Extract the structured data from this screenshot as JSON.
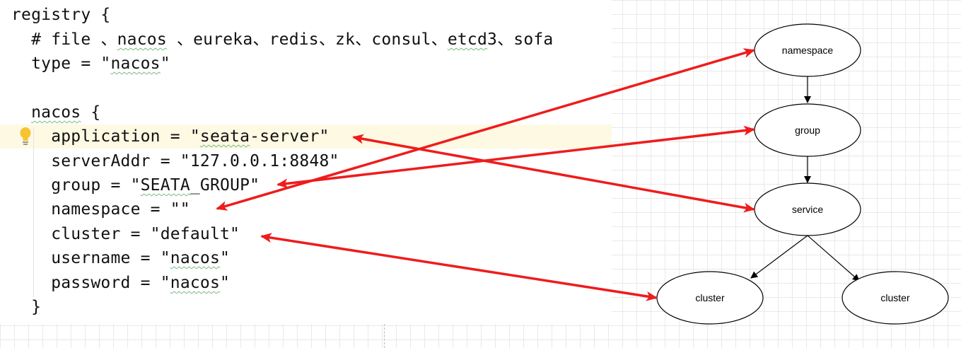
{
  "code": {
    "lines": [
      "registry {",
      "  # file 、nacos 、eureka、redis、zk、consul、etcd3、sofa",
      "  type = \"nacos\"",
      "",
      "  nacos {",
      "    application = \"seata-server\"",
      "    serverAddr = \"127.0.0.1:8848\"",
      "    group = \"SEATA_GROUP\"",
      "    namespace = \"\"",
      "    cluster = \"default\"",
      "    username = \"nacos\"",
      "    password = \"nacos\"",
      "  }"
    ],
    "highlighted_line": 5
  },
  "diagram": {
    "nodes": {
      "namespace": "namespace",
      "group": "group",
      "service": "service",
      "cluster_left": "cluster",
      "cluster_right": "cluster"
    },
    "edges": [
      {
        "from": "namespace",
        "to": "group"
      },
      {
        "from": "group",
        "to": "service"
      },
      {
        "from": "service",
        "to": "cluster_left"
      },
      {
        "from": "service",
        "to": "cluster_right"
      }
    ],
    "mappings": [
      {
        "code_line": "namespace",
        "node": "namespace"
      },
      {
        "code_line": "group",
        "node": "group"
      },
      {
        "code_line": "application",
        "node": "service"
      },
      {
        "code_line": "cluster",
        "node": "cluster_left"
      }
    ],
    "arrow_color": "#ee1c1c"
  },
  "icons": {
    "lightbulb": "lightbulb-icon"
  }
}
